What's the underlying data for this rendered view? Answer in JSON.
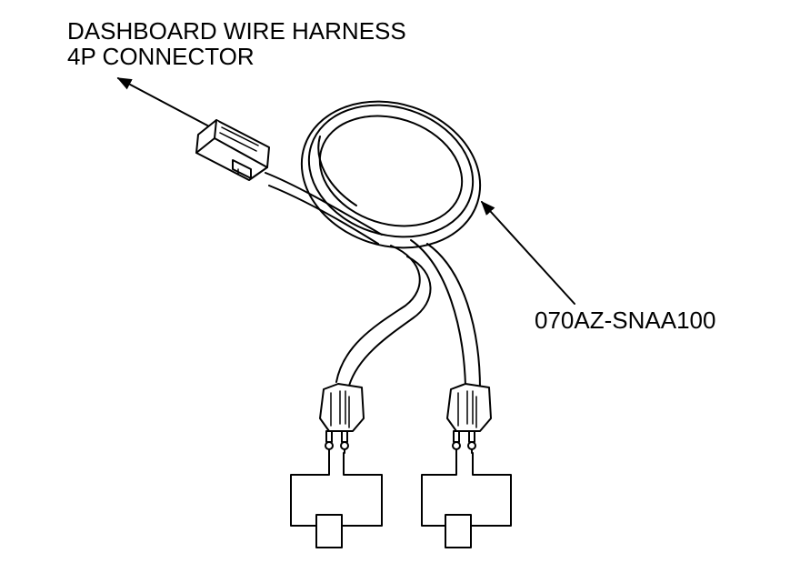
{
  "callouts": {
    "connector_line1": "DASHBOARD WIRE HARNESS",
    "connector_line2": "4P CONNECTOR",
    "part_number": "070AZ-SNAA100"
  },
  "colors": {
    "ink": "#000000",
    "paper": "#ffffff"
  }
}
